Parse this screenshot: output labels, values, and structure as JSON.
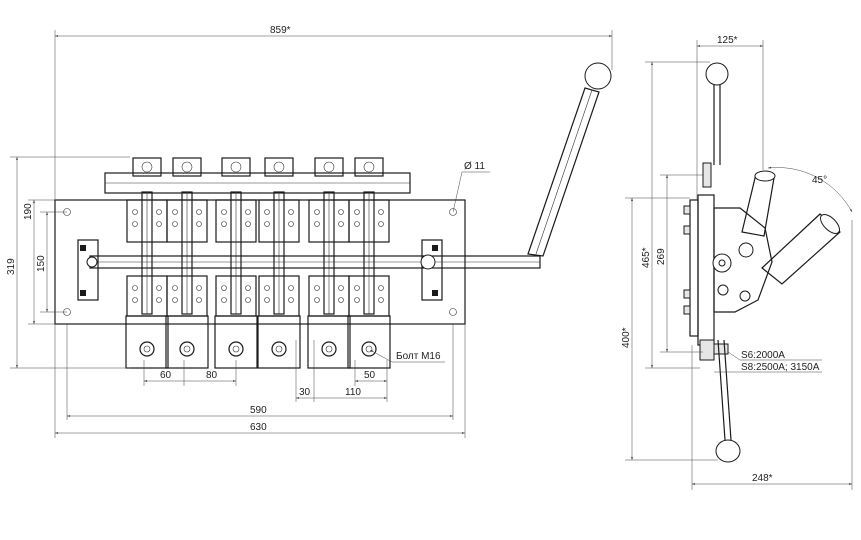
{
  "front_view": {
    "dims": {
      "overall_width": "859*",
      "base_width": "630",
      "plate_width": "590",
      "pitch_60": "60",
      "pitch_80": "80",
      "gap_30": "30",
      "span_110": "110",
      "edge_50": "50",
      "height_319": "319",
      "height_190": "190",
      "height_150": "150",
      "hole_diameter": "Ø 11",
      "bolt_label": "Болт М16"
    }
  },
  "side_view": {
    "dims": {
      "top_width": "125*",
      "angle": "45°",
      "height_465": "465*",
      "height_269": "269",
      "height_400": "400*",
      "bottom_width": "248*"
    },
    "notes": {
      "s6": "S6:2000A",
      "s8": "S8:2500A; 3150A"
    }
  }
}
